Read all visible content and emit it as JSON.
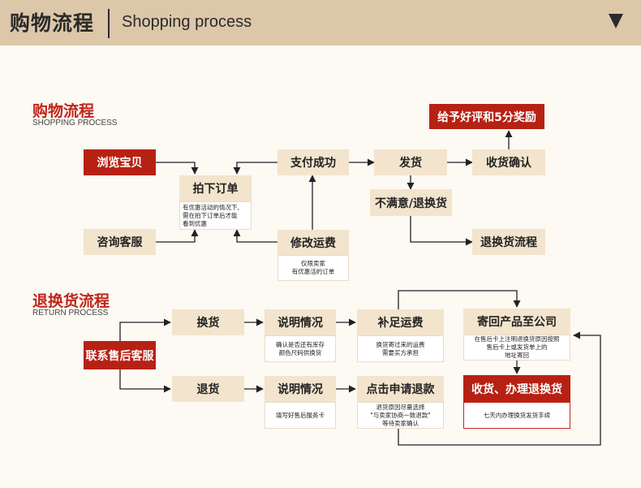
{
  "header": {
    "title_cn": "购物流程",
    "title_en": "Shopping process"
  },
  "shopping": {
    "title": "购物流程",
    "subtitle": "SHOPPING PROCESS",
    "browse": "浏览宝贝",
    "consult": "咨询客服",
    "order": "拍下订单",
    "order_note": "有优惠活动的情况下,\n需在拍下订单后才能\n看到优惠",
    "pay": "支付成功",
    "modify_shipping": "修改运费",
    "modify_note": "仅限卖家\n有优惠活的订单",
    "ship": "发货",
    "receive": "收货确认",
    "review": "给予好评和5分奖励",
    "unsatisfied": "不满意/退换货",
    "return_flow": "退换货流程"
  },
  "returns": {
    "title": "退换货流程",
    "subtitle": "RETURN PROCESS",
    "contact": "联系售后客服",
    "exchange": "换货",
    "refund": "退货",
    "explain1": "说明情况",
    "explain1_note": "确认是否还有库存\n颜色尺码供换货",
    "explain2": "说明情况",
    "explain2_note": "填写好售后服务卡",
    "add_shipping": "补足运费",
    "add_shipping_note": "换货寄过来的运费\n需要买方承担",
    "apply_refund": "点击申请退款",
    "apply_note": "退货原因尽量选择\n\"与卖家协商一致退款\"\n等待卖家确认",
    "send_back": "寄回产品至公司",
    "send_back_note": "在售后卡上注明退换货原因按照\n售后卡上或发货单上的\n地址寄回",
    "process": "收货、办理退换货",
    "process_note": "七天内办理换货发货手续"
  },
  "colors": {
    "header_bg": "#dcc7a9",
    "accent_red": "#b72114",
    "box_beige": "#f3e4cd"
  }
}
